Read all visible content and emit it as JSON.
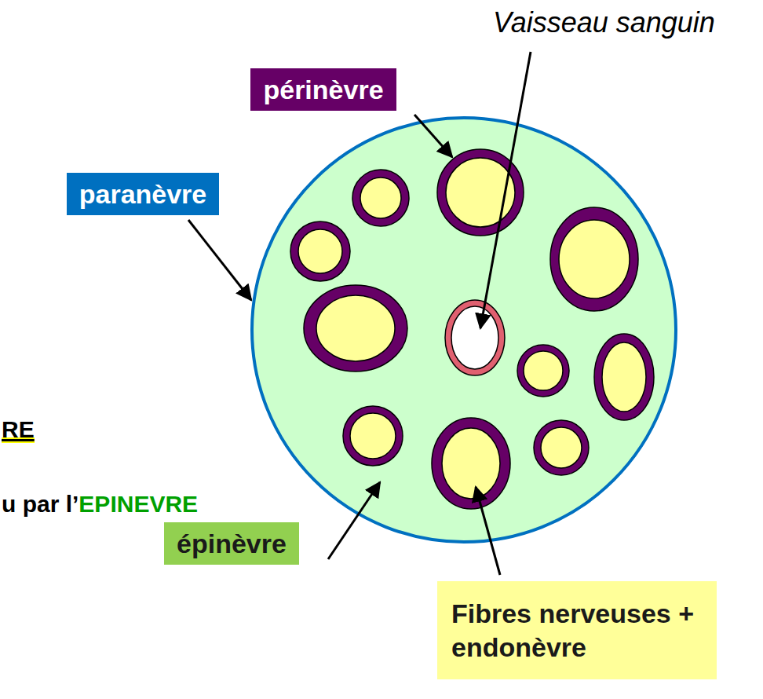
{
  "diagram": {
    "nodes": [
      {
        "text": [
          "périnèvre"
        ]
      },
      {
        "text": [
          "paranèvre"
        ]
      },
      {
        "text": [
          "épinèvre"
        ]
      },
      {
        "text": [
          "Fibres nerveuses + endonèvre"
        ]
      }
    ],
    "labels": [
      "Vaisseau sanguin",
      "RE",
      "u par l’",
      "EPINEVRE"
    ]
  }
}
